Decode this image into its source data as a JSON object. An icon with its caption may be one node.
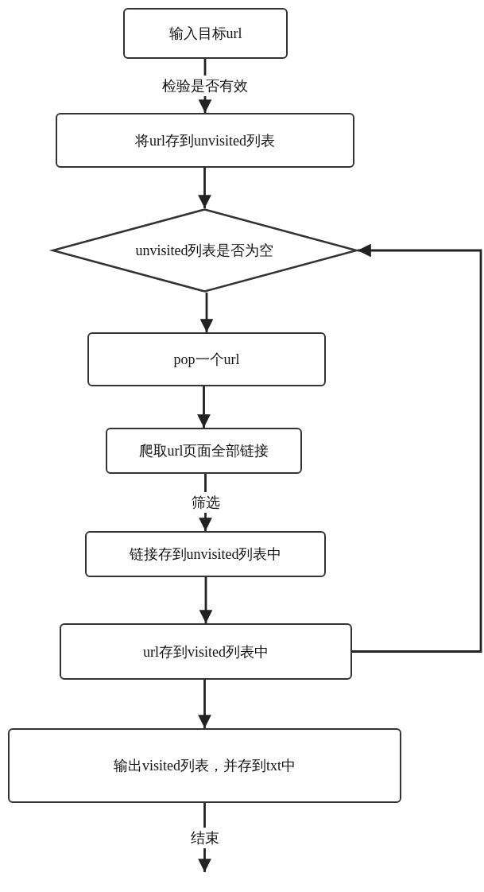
{
  "diagram": {
    "nodes": [
      {
        "text": [
          "输入目标url"
        ]
      },
      {
        "text": [
          "将url存到unvisited列表"
        ]
      },
      {
        "text": [
          "unvisited列表是否为空"
        ]
      },
      {
        "text": [
          "pop一个url"
        ]
      },
      {
        "text": [
          "爬取url页面全部链接"
        ]
      },
      {
        "text": [
          "链接存到unvisited列表中"
        ]
      },
      {
        "text": [
          "url存到visited列表中"
        ]
      },
      {
        "text": [
          "输出visited列表，并存到txt中"
        ]
      }
    ],
    "edges": [
      {
        "from": 0,
        "to": 1,
        "arrow": "to",
        "label": "检验是否有效"
      },
      {
        "from": 1,
        "to": 2,
        "arrow": "to"
      },
      {
        "from": 2,
        "to": 3,
        "arrow": "to"
      },
      {
        "from": 3,
        "to": 4,
        "arrow": "to"
      },
      {
        "from": 4,
        "to": 5,
        "arrow": "to",
        "label": "筛选"
      },
      {
        "from": 5,
        "to": 6,
        "arrow": "to"
      },
      {
        "from": 6,
        "to": 7,
        "arrow": "to"
      },
      {
        "from": 6,
        "to": 2,
        "arrow": "to"
      },
      {
        "from": 7,
        "to": null,
        "arrow": "to",
        "label": "结束"
      }
    ]
  }
}
